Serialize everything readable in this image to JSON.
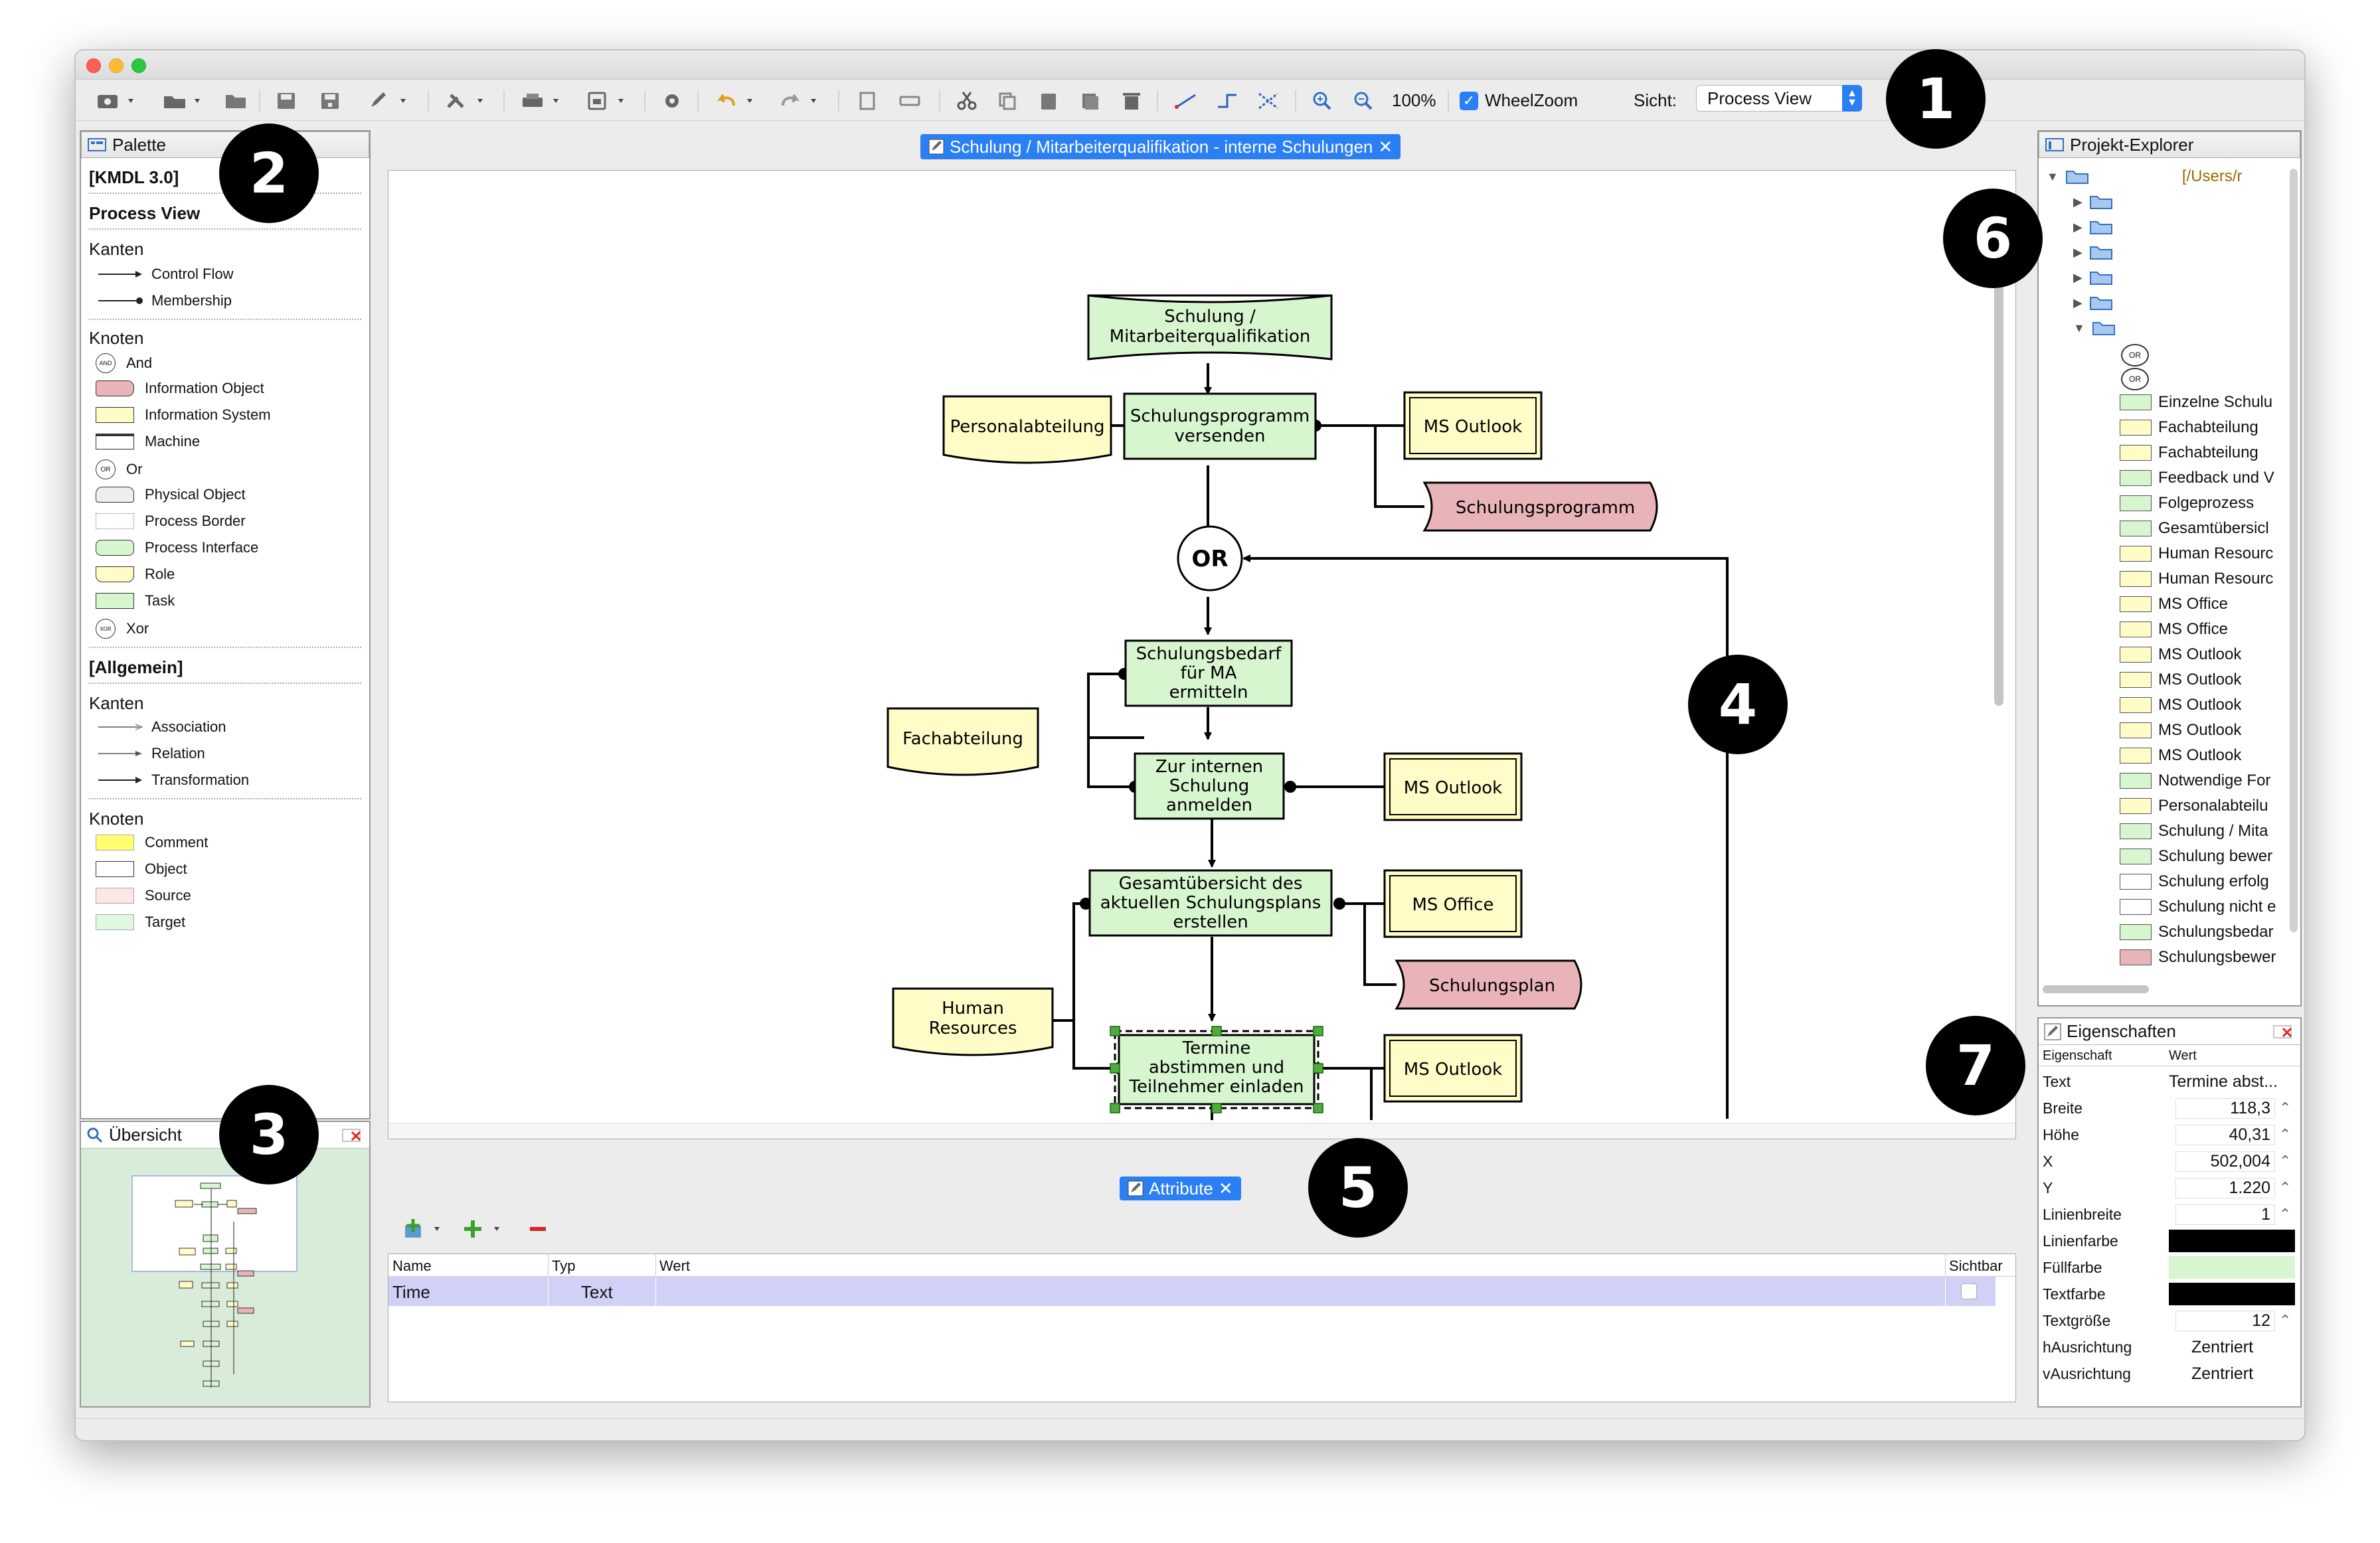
{
  "toolbar": {
    "zoom": "100%",
    "wheelzoom_label": "WheelZoom",
    "view_label": "Sicht:",
    "view_value": "Process View"
  },
  "palette": {
    "title": "Palette",
    "kmdl": "[KMDL 3.0]",
    "process_view": "Process View",
    "kanten1": "Kanten",
    "edges1": [
      "Control Flow",
      "Membership"
    ],
    "knoten1": "Knoten",
    "nodes1": [
      "And",
      "Information Object",
      "Information System",
      "Machine",
      "Or",
      "Physical Object",
      "Process Border",
      "Process Interface",
      "Role",
      "Task",
      "Xor"
    ],
    "allgemein": "[Allgemein]",
    "kanten2": "Kanten",
    "edges2": [
      "Association",
      "Relation",
      "Transformation"
    ],
    "knoten2": "Knoten",
    "nodes2": [
      "Comment",
      "Object",
      "Source",
      "Target"
    ],
    "and_glyph": "AND",
    "or_glyph": "OR",
    "xor_glyph": "XOR"
  },
  "overview": {
    "title": "Übersicht"
  },
  "editor": {
    "tab_title": "Schulung / Mitarbeiterqualifikation - interne Schulungen",
    "close": "✕",
    "nodes": {
      "schulung_l1": "Schulung /",
      "schulung_l2": "Mitarbeiterqualifikation",
      "personal": "Personalabteilung",
      "versenden_l1": "Schulungsprogramm",
      "versenden_l2": "versenden",
      "outlook1": "MS Outlook",
      "schulungsprogramm": "Schulungsprogramm",
      "or": "OR",
      "bedarf_l1": "Schulungsbedarf",
      "bedarf_l2": "für MA",
      "bedarf_l3": "ermitteln",
      "fachabteilung": "Fachabteilung",
      "anmelden_l1": "Zur internen",
      "anmelden_l2": "Schulung",
      "anmelden_l3": "anmelden",
      "outlook2": "MS Outlook",
      "gesamt_l1": "Gesamtübersicht des",
      "gesamt_l2": "aktuellen Schulungsplans",
      "gesamt_l3": "erstellen",
      "office": "MS Office",
      "schulungsplan": "Schulungsplan",
      "hr_l1": "Human",
      "hr_l2": "Resources",
      "termine_l1": "Termine",
      "termine_l2": "abstimmen und",
      "termine_l3": "Teilnehmer einladen",
      "outlook3": "MS Outlook"
    }
  },
  "attributes": {
    "tab_title": "Attribute",
    "close": "✕",
    "columns": [
      "Name",
      "Typ",
      "Wert",
      "Sichtbar"
    ],
    "rows": [
      {
        "name": "Time",
        "typ": "Text",
        "wert": ""
      }
    ]
  },
  "explorer": {
    "title": "Projekt-Explorer",
    "root_path": "[/Users/r",
    "or_glyph": "OR",
    "items": [
      {
        "label": "Einzelne Schulu",
        "color": "#d7f5cf"
      },
      {
        "label": "Fachabteilung",
        "color": "#fffcc8"
      },
      {
        "label": "Fachabteilung",
        "color": "#fffcc8"
      },
      {
        "label": "Feedback und V",
        "color": "#d7f5cf"
      },
      {
        "label": "Folgeprozess",
        "color": "#d7f5cf"
      },
      {
        "label": "Gesamtübersicl",
        "color": "#d7f5cf"
      },
      {
        "label": "Human Resourc",
        "color": "#fffcc8"
      },
      {
        "label": "Human Resourc",
        "color": "#fffcc8"
      },
      {
        "label": "MS Office",
        "color": "#fffcc8"
      },
      {
        "label": "MS Office",
        "color": "#fffcc8"
      },
      {
        "label": "MS Outlook",
        "color": "#fffcc8"
      },
      {
        "label": "MS Outlook",
        "color": "#fffcc8"
      },
      {
        "label": "MS Outlook",
        "color": "#fffcc8"
      },
      {
        "label": "MS Outlook",
        "color": "#fffcc8"
      },
      {
        "label": "MS Outlook",
        "color": "#fffcc8"
      },
      {
        "label": "Notwendige For",
        "color": "#d7f5cf"
      },
      {
        "label": "Personalabteilu",
        "color": "#fffcc8"
      },
      {
        "label": "Schulung / Mita",
        "color": "#d7f5cf"
      },
      {
        "label": "Schulung bewer",
        "color": "#d7f5cf"
      },
      {
        "label": "Schulung erfolg",
        "color": "#ffffff"
      },
      {
        "label": "Schulung nicht e",
        "color": "#ffffff"
      },
      {
        "label": "Schulungsbedar",
        "color": "#d7f5cf"
      },
      {
        "label": "Schulungsbewer",
        "color": "#e8b4b8"
      }
    ]
  },
  "properties": {
    "title": "Eigenschaften",
    "col_prop": "Eigenschaft",
    "col_val": "Wert",
    "rows": [
      {
        "name": "Text",
        "value": "Termine abst..."
      },
      {
        "name": "Breite",
        "value": "118,3"
      },
      {
        "name": "Höhe",
        "value": "40,31"
      },
      {
        "name": "X",
        "value": "502,004"
      },
      {
        "name": "Y",
        "value": "1.220"
      },
      {
        "name": "Linienbreite",
        "value": "1"
      },
      {
        "name": "Linienfarbe",
        "value": ""
      },
      {
        "name": "Füllfarbe",
        "value": ""
      },
      {
        "name": "Textfarbe",
        "value": ""
      },
      {
        "name": "Textgröße",
        "value": "12"
      },
      {
        "name": "hAusrichtung",
        "value": "Zentriert"
      },
      {
        "name": "vAusrichtung",
        "value": "Zentriert"
      }
    ],
    "colors": {
      "line": "#000000",
      "fill": "#d7f5cf",
      "text": "#000000"
    }
  },
  "callouts": [
    "1",
    "2",
    "3",
    "4",
    "5",
    "6",
    "7"
  ],
  "colors": {
    "task": "#d7f5cf",
    "system": "#fffcc8",
    "info": "#e8b4b8",
    "accent": "#2a7ff5"
  }
}
